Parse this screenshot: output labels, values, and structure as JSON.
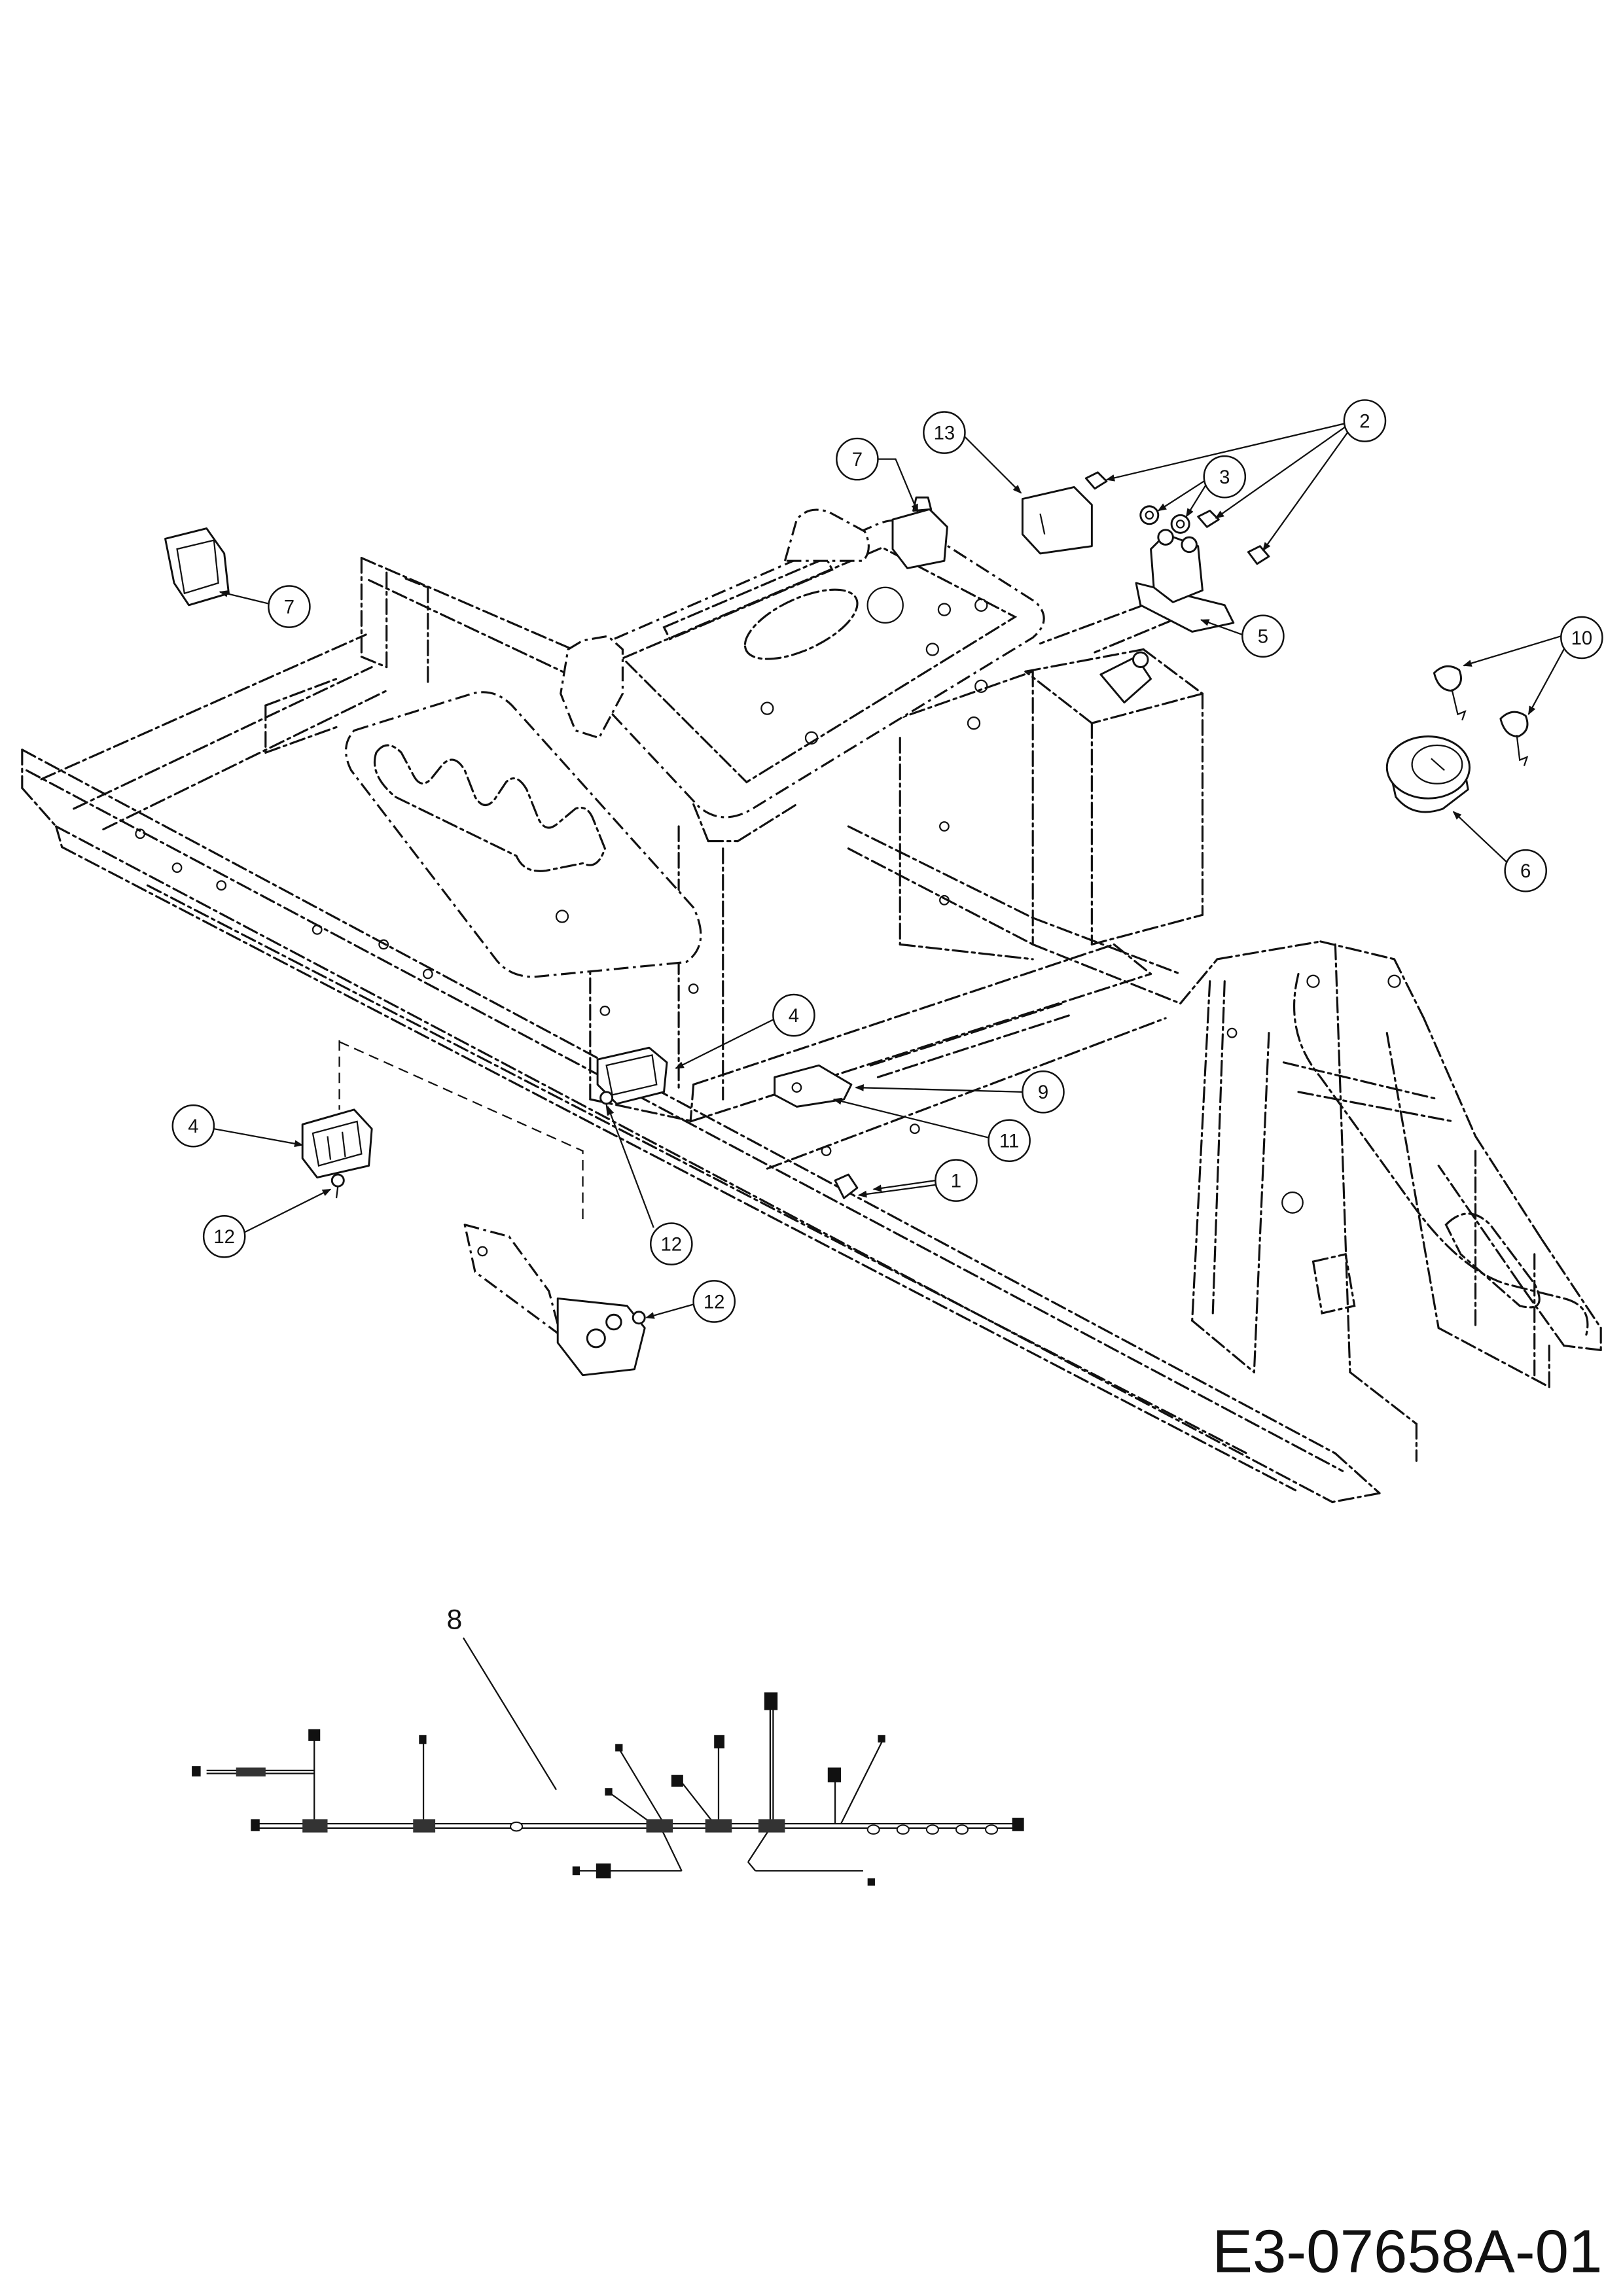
{
  "callouts": [
    "13",
    "7",
    "2",
    "3",
    "5",
    "10",
    "6",
    "7",
    "4",
    "9",
    "11",
    "1",
    "4",
    "12",
    "12",
    "12",
    "8"
  ],
  "drawing_number": "E3-07658A-01"
}
